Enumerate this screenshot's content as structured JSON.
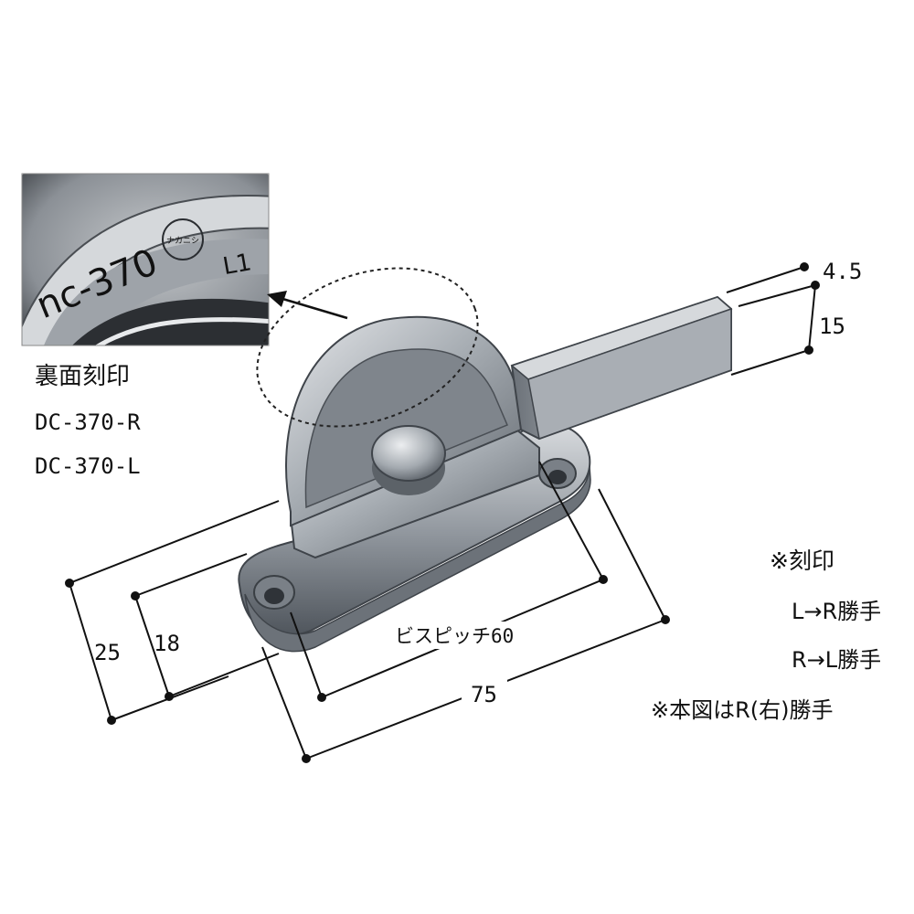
{
  "inset": {
    "engraving_text": "nc-370",
    "engraving_mark": "L1",
    "logo_text": "ナカニシ"
  },
  "back_label": {
    "title": "裏面刻印",
    "codes": [
      "DC-370-R",
      "DC-370-L"
    ]
  },
  "notes": {
    "mark_heading": "※刻印",
    "l_to_r": "L→R勝手",
    "r_to_l": "R→L勝手",
    "figure_note": "※本図はR(右)勝手"
  },
  "dimensions": {
    "thickness": "4.5",
    "lever_width": "15",
    "base_height_outer": "25",
    "base_height_inner": "18",
    "screw_pitch": "ビスピッチ60",
    "overall_length": "75"
  },
  "colors": {
    "metal_light": "#c9ccd0",
    "metal_mid": "#9aa0a6",
    "metal_dark": "#5d636a",
    "ink": "#111111"
  }
}
